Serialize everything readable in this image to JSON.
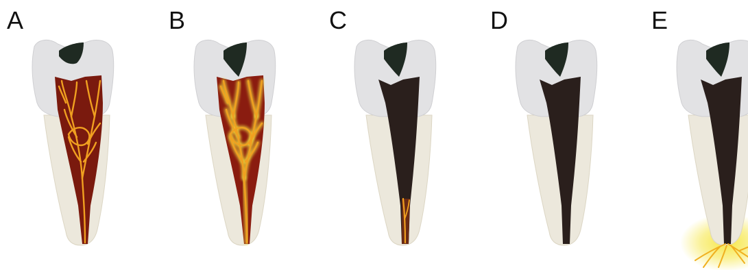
{
  "panels": [
    {
      "label": "A",
      "stage": "healthy",
      "pulp_color": "#7a1a0e",
      "nerves": true,
      "nerve_glow": false,
      "lesion": false
    },
    {
      "label": "B",
      "stage": "inflamed",
      "pulp_color": "#8a1c10",
      "nerves": true,
      "nerve_glow": true,
      "lesion": false
    },
    {
      "label": "C",
      "stage": "necrotic",
      "pulp_color": "#2a1f1c",
      "nerves": false,
      "apical_vital": true,
      "lesion": false
    },
    {
      "label": "D",
      "stage": "fully-necrotic",
      "pulp_color": "#2a1f1c",
      "nerves": false,
      "apical_vital": false,
      "lesion": false
    },
    {
      "label": "E",
      "stage": "periapical-lesion",
      "pulp_color": "#2a1f1c",
      "nerves": false,
      "apical_vital": false,
      "lesion": true
    }
  ],
  "colors": {
    "enamel": "#e2e2e4",
    "enamel_edge": "#cfcfd2",
    "dentin": "#ece8dc",
    "caries": "#1f2a22",
    "nerve": "#f0a020",
    "glow": "#f6e640"
  }
}
